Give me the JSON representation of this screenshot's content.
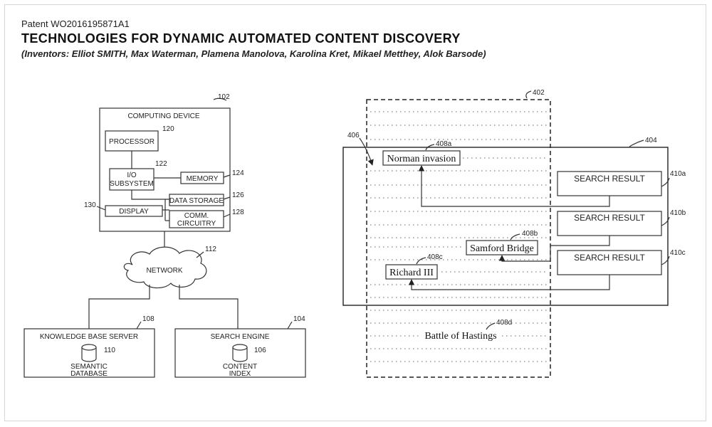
{
  "header": {
    "patent_number": "Patent WO2016195871A1",
    "title": "TECHNOLOGIES FOR DYNAMIC AUTOMATED CONTENT DISCOVERY",
    "inventors": "(Inventors: Elliot SMITH, Max Waterman, Plamena Manolova, Karolina Kret, Mikael Metthey, Alok Barsode)"
  },
  "figure_left": {
    "computing_device": {
      "label": "COMPUTING DEVICE",
      "ref": "102"
    },
    "processor": {
      "label": "PROCESSOR",
      "ref": "120"
    },
    "io_subsystem": {
      "label_line1": "I/O",
      "label_line2": "SUBSYSTEM",
      "ref": "122"
    },
    "memory": {
      "label": "MEMORY",
      "ref": "124"
    },
    "data_storage": {
      "label": "DATA STORAGE",
      "ref": "126"
    },
    "display": {
      "label": "DISPLAY",
      "ref": "130"
    },
    "comm_circuitry": {
      "label_line1": "COMM.",
      "label_line2": "CIRCUITRY",
      "ref": "128"
    },
    "network": {
      "label": "NETWORK",
      "ref": "112"
    },
    "knowledge_base_server": {
      "label": "KNOWLEDGE BASE SERVER",
      "ref": "108"
    },
    "semantic_database": {
      "label_line1": "SEMANTIC",
      "label_line2": "DATABASE",
      "ref": "110"
    },
    "search_engine": {
      "label": "SEARCH ENGINE",
      "ref": "104"
    },
    "content_index": {
      "label_line1": "CONTENT",
      "label_line2": "INDEX",
      "ref": "106"
    }
  },
  "figure_right": {
    "document_ref": "402",
    "results_panel_ref": "404",
    "pointer_ref": "406",
    "entities": [
      {
        "text": "Norman invasion",
        "ref": "408a"
      },
      {
        "text": "Samford Bridge",
        "ref": "408b"
      },
      {
        "text": "Richard III",
        "ref": "408c"
      },
      {
        "text": "Battle of Hastings",
        "ref": "408d"
      }
    ],
    "search_results": [
      {
        "label": "SEARCH RESULT",
        "ref": "410a"
      },
      {
        "label": "SEARCH RESULT",
        "ref": "410b"
      },
      {
        "label": "SEARCH RESULT",
        "ref": "410c"
      }
    ]
  }
}
